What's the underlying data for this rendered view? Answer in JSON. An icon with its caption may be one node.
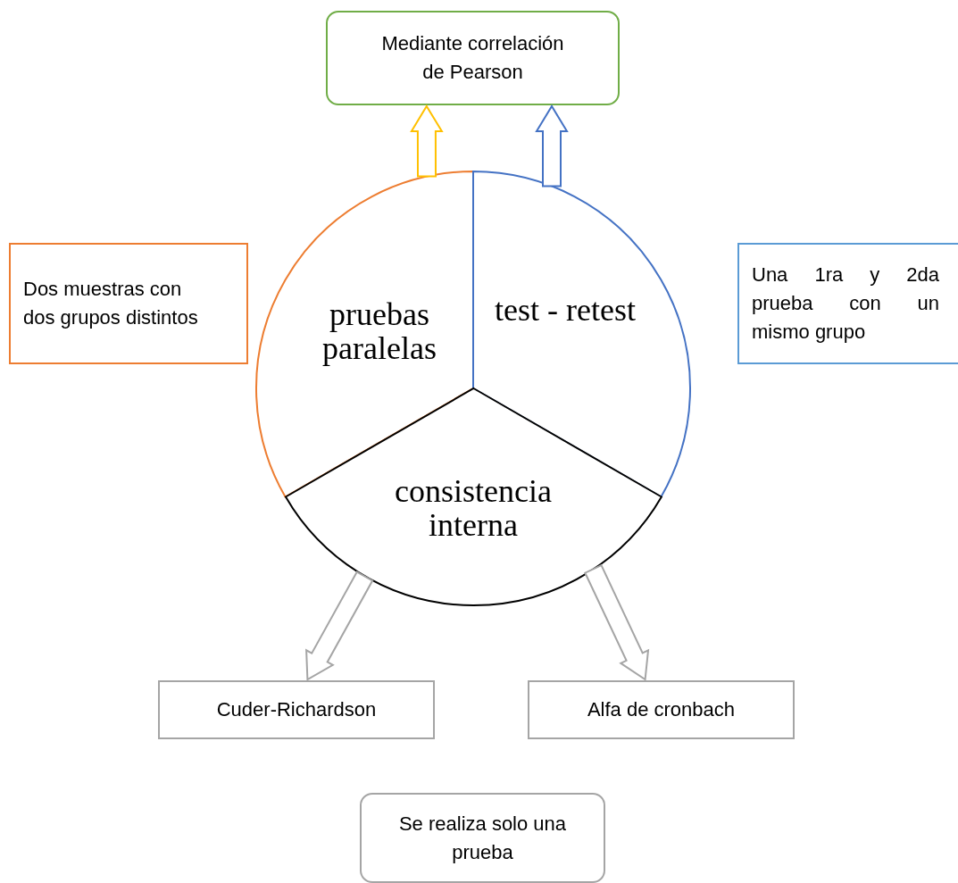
{
  "diagram": {
    "nodes": [
      {
        "text": [
          "Mediante correlación de Pearson"
        ]
      },
      {
        "text": [
          "Dos muestras con dos grupos distintos"
        ]
      },
      {
        "text": [
          "pruebas paralelas"
        ]
      },
      {
        "text": [
          "test - retest"
        ]
      },
      {
        "text": [
          "consistencia interna"
        ]
      },
      {
        "text": [
          "Una 1ra y 2da prueba con un mismo grupo"
        ]
      },
      {
        "text": [
          "Cuder-Richardson"
        ]
      },
      {
        "text": [
          "Alfa de cronbach"
        ]
      },
      {
        "text": [
          "Se realiza solo una prueba"
        ]
      }
    ],
    "edges": [
      {
        "from": 2,
        "to": 0,
        "arrow": "to",
        "style": "thick",
        "color": "#ffc000"
      },
      {
        "from": 3,
        "to": 0,
        "arrow": "to",
        "style": "thick",
        "color": "#4472c4"
      },
      {
        "from": 4,
        "to": 6,
        "arrow": "to",
        "style": "thick"
      },
      {
        "from": 4,
        "to": 7,
        "arrow": "to",
        "style": "thick"
      }
    ]
  }
}
